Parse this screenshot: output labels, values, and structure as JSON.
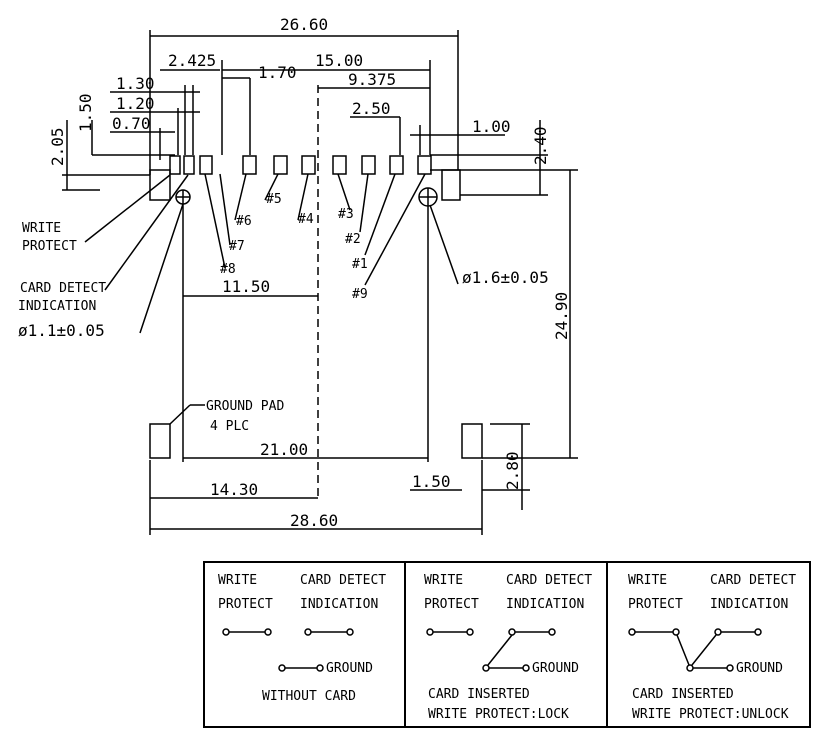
{
  "dimensions": {
    "overall_top": "26.60",
    "pitch_first": "2.425",
    "span_15": "15.00",
    "pad_1_70": "1.70",
    "span_9_375": "9.375",
    "w_1_30": "1.30",
    "w_1_20": "1.20",
    "w_0_70": "0.70",
    "v_1_50": "1.50",
    "v_2_05": "2.05",
    "pitch_2_50": "2.50",
    "w_1_00": "1.00",
    "v_2_40": "2.40",
    "d_11_50": "11.50",
    "d_24_90": "24.90",
    "d_21_00": "21.00",
    "d_14_30": "14.30",
    "d_1_50b": "1.50",
    "v_2_80": "2.80",
    "overall_bottom": "28.60"
  },
  "labels": {
    "write_protect_1": "WRITE",
    "write_protect_2": "PROTECT",
    "card_detect_1": "CARD DETECT",
    "card_detect_2": "INDICATION",
    "hole_small": "ø1.1±0.05",
    "hole_large": "ø1.6±0.05",
    "ground_pad_1": "GROUND PAD",
    "ground_pad_2": "4 PLC"
  },
  "pins": {
    "p1": "#1",
    "p2": "#2",
    "p3": "#3",
    "p4": "#4",
    "p5": "#5",
    "p6": "#6",
    "p7": "#7",
    "p8": "#8",
    "p9": "#9"
  },
  "table": {
    "panels": [
      {
        "wp1": "WRITE",
        "wp2": "PROTECT",
        "cd1": "CARD DETECT",
        "cd2": "INDICATION",
        "ground": "GROUND",
        "caption1": "WITHOUT CARD",
        "caption2": ""
      },
      {
        "wp1": "WRITE",
        "wp2": "PROTECT",
        "cd1": "CARD DETECT",
        "cd2": "INDICATION",
        "ground": "GROUND",
        "caption1": "CARD INSERTED",
        "caption2": "WRITE PROTECT:LOCK"
      },
      {
        "wp1": "WRITE",
        "wp2": "PROTECT",
        "cd1": "CARD DETECT",
        "cd2": "INDICATION",
        "ground": "GROUND",
        "caption1": "CARD INSERTED",
        "caption2": "WRITE PROTECT:UNLOCK"
      }
    ]
  }
}
